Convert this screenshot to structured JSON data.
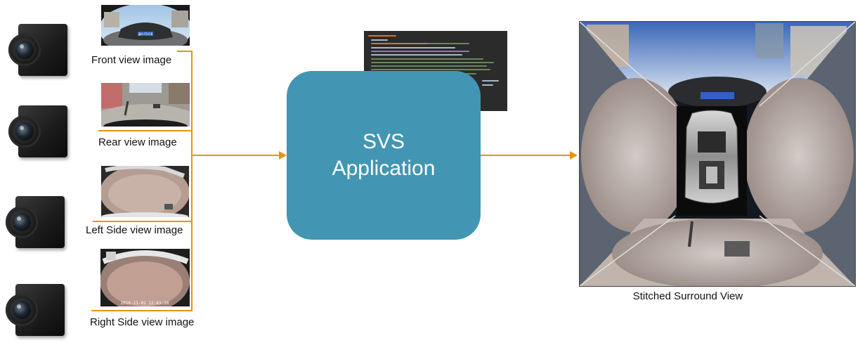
{
  "inputs": [
    {
      "label": "Front view image"
    },
    {
      "label": "Rear view image"
    },
    {
      "label": "Left Side view image"
    },
    {
      "label": "Right Side view image"
    }
  ],
  "thumbnail_overlay": {
    "plate": "滇A·F5V1B",
    "timestamp": "2016-11-01 12:43:30"
  },
  "process": {
    "line1": "SVS",
    "line2": "Application"
  },
  "output": {
    "label": "Stitched Surround View"
  },
  "colors": {
    "accent": "#e8930f",
    "process_box": "#4296b3",
    "code_bg": "#2b2b2b"
  },
  "icons": [
    "camera-icon",
    "code-editor-icon"
  ]
}
